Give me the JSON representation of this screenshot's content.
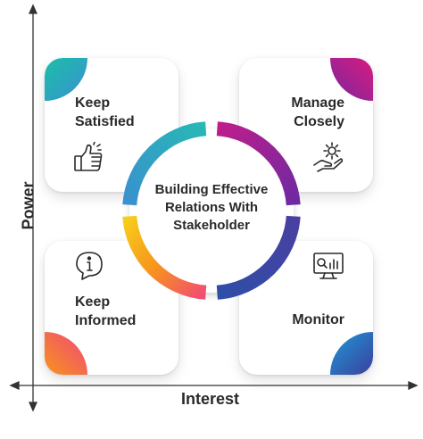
{
  "diagram": {
    "center_title": "Building Effective Relations With Stakeholder",
    "axes": {
      "x_label": "Interest",
      "y_label": "Power"
    },
    "quadrants": [
      {
        "id": "keep-satisfied",
        "line1": "Keep",
        "line2": "Satisfied",
        "icon": "thumbs-up-icon"
      },
      {
        "id": "manage-closely",
        "line1": "Manage",
        "line2": "Closely",
        "icon": "hand-gear-icon"
      },
      {
        "id": "keep-informed",
        "line1": "Keep",
        "line2": "Informed",
        "icon": "info-speech-bubble-icon"
      },
      {
        "id": "monitor",
        "line1": "Monitor",
        "line2": "",
        "icon": "monitor-chart-icon"
      }
    ]
  },
  "colors": {
    "teal": "#27b9b4",
    "teal_blue": "#3a8fd0",
    "magenta": "#c21d8a",
    "purple": "#5a2fa1",
    "orange": "#f7941d",
    "pink": "#f0467a",
    "yellow": "#f7d21a",
    "indigo": "#3a3f9e",
    "sky_blue": "#1f9ad6",
    "text": "#2a2a2a",
    "axis": "#333333"
  }
}
